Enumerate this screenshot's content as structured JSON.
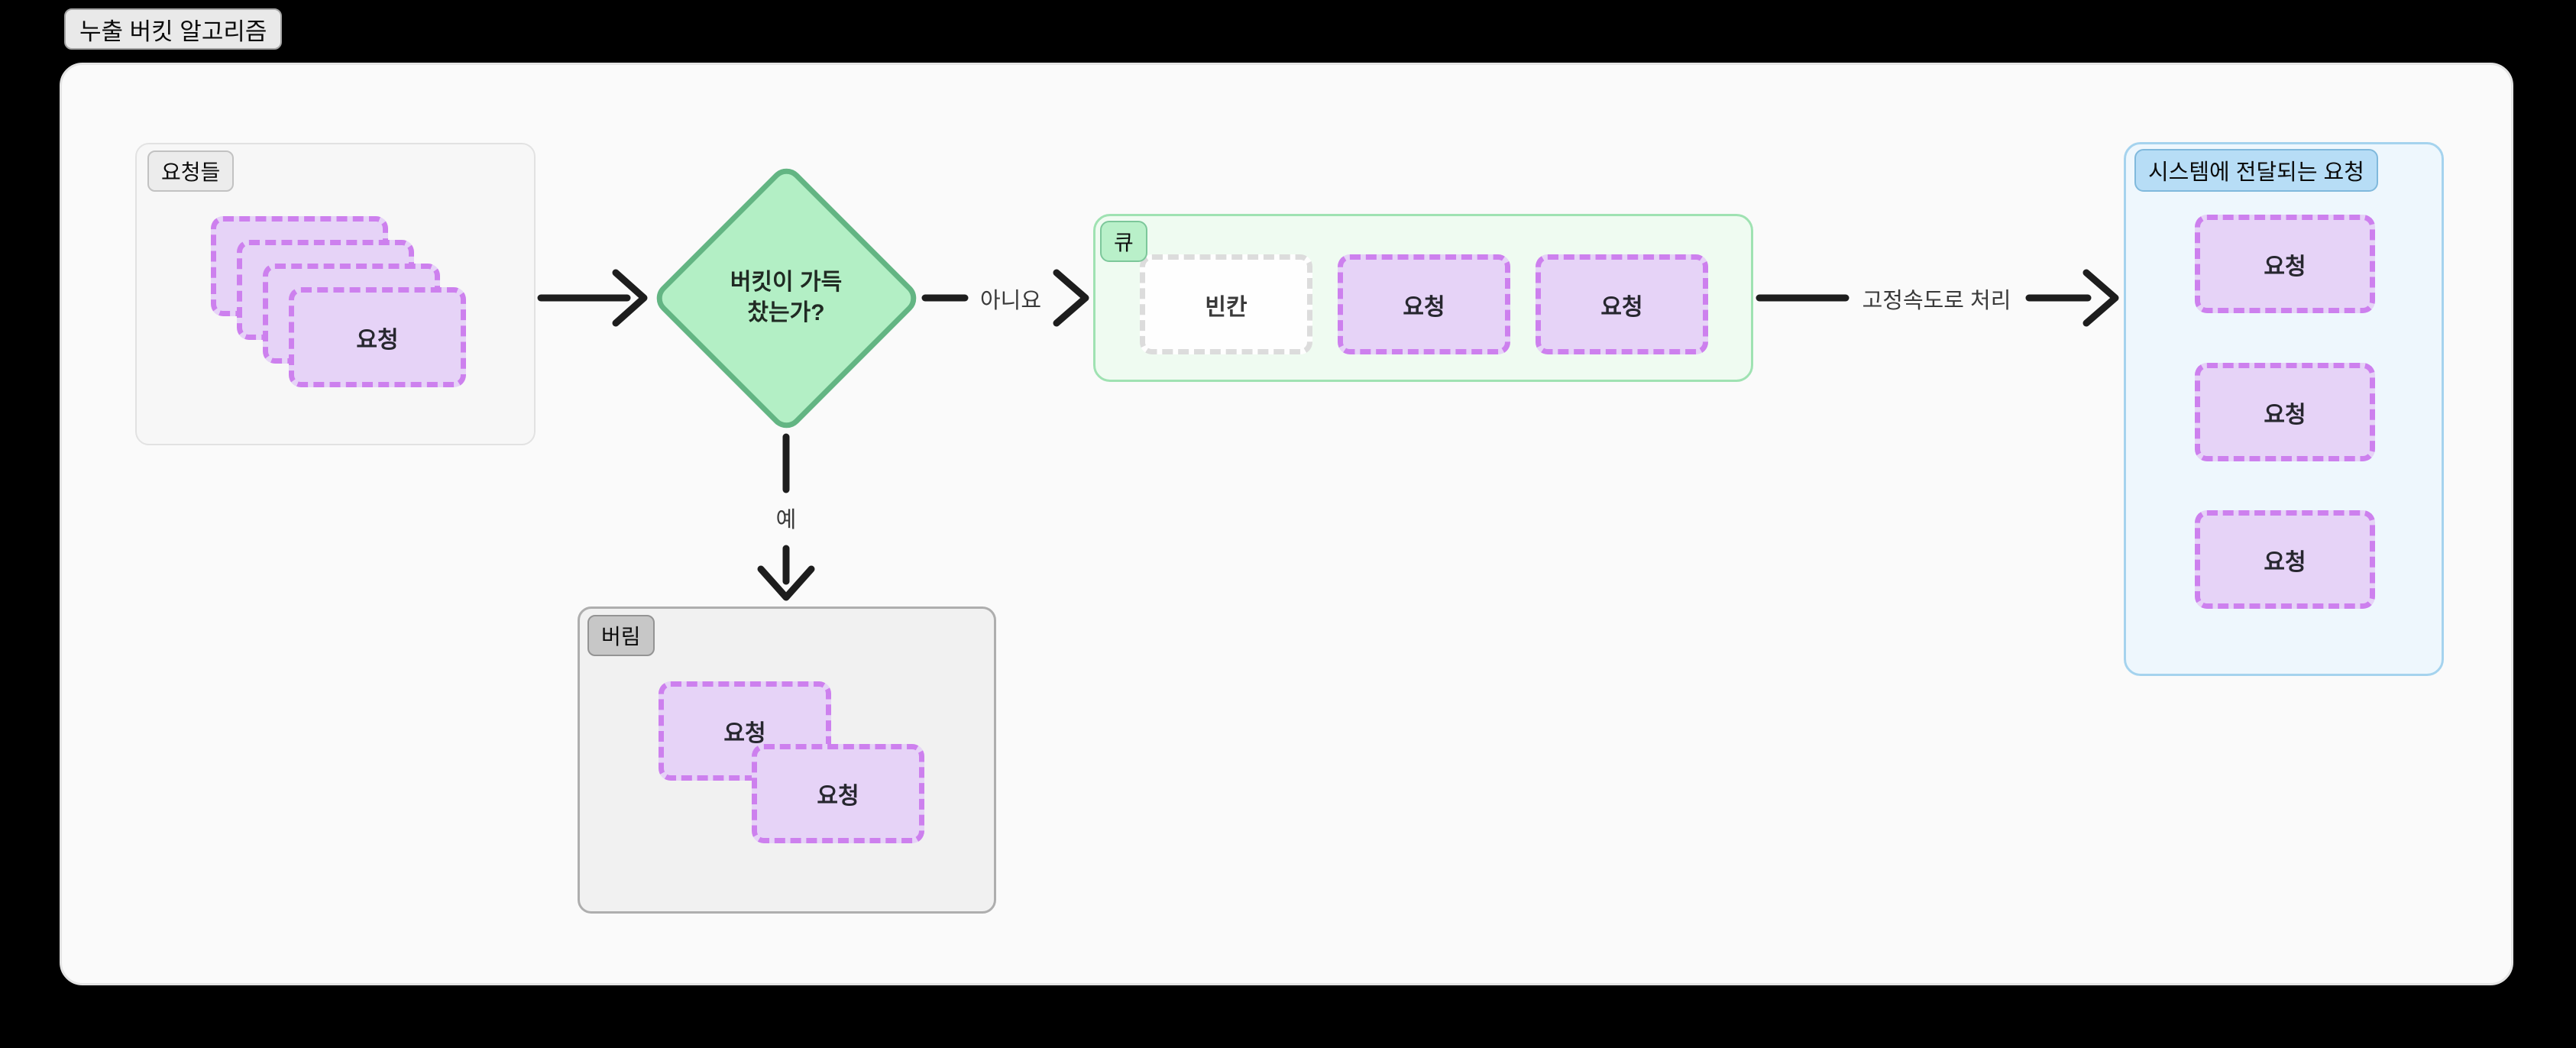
{
  "title": "누출 버킷 알고리즘",
  "decision": {
    "line1": "버킷이 가득",
    "line2": "찼는가?"
  },
  "edges": {
    "no_label": "아니요",
    "yes_label": "예",
    "process_label": "고정속도로 처리"
  },
  "groups": {
    "requests": {
      "label": "요청들",
      "front_card_label": "요청"
    },
    "queue": {
      "label": "큐",
      "cells": [
        "빈칸",
        "요청",
        "요청"
      ]
    },
    "delivered": {
      "label": "시스템에 전달되는 요청",
      "cards": [
        "요청",
        "요청",
        "요청"
      ]
    },
    "discard": {
      "label": "버림",
      "cards": [
        "요청",
        "요청"
      ]
    }
  },
  "colors": {
    "page_background": "#000000",
    "canvas_background": "#fafafa",
    "request_fill": "#e6d3f7",
    "request_border": "#cd80ee",
    "empty_cell_fill": "#fefefe",
    "empty_cell_border": "#dcdcdc",
    "decision_fill": "#b3efc5",
    "decision_border": "#63b583",
    "queue_fill": "#effbf1",
    "queue_border": "#9fe2b2",
    "delivered_fill": "#eef7fd",
    "delivered_border": "#a5d3ee",
    "discard_fill": "#f1f1f1",
    "discard_border": "#aeaeae",
    "arrow": "#1d1d1d"
  }
}
